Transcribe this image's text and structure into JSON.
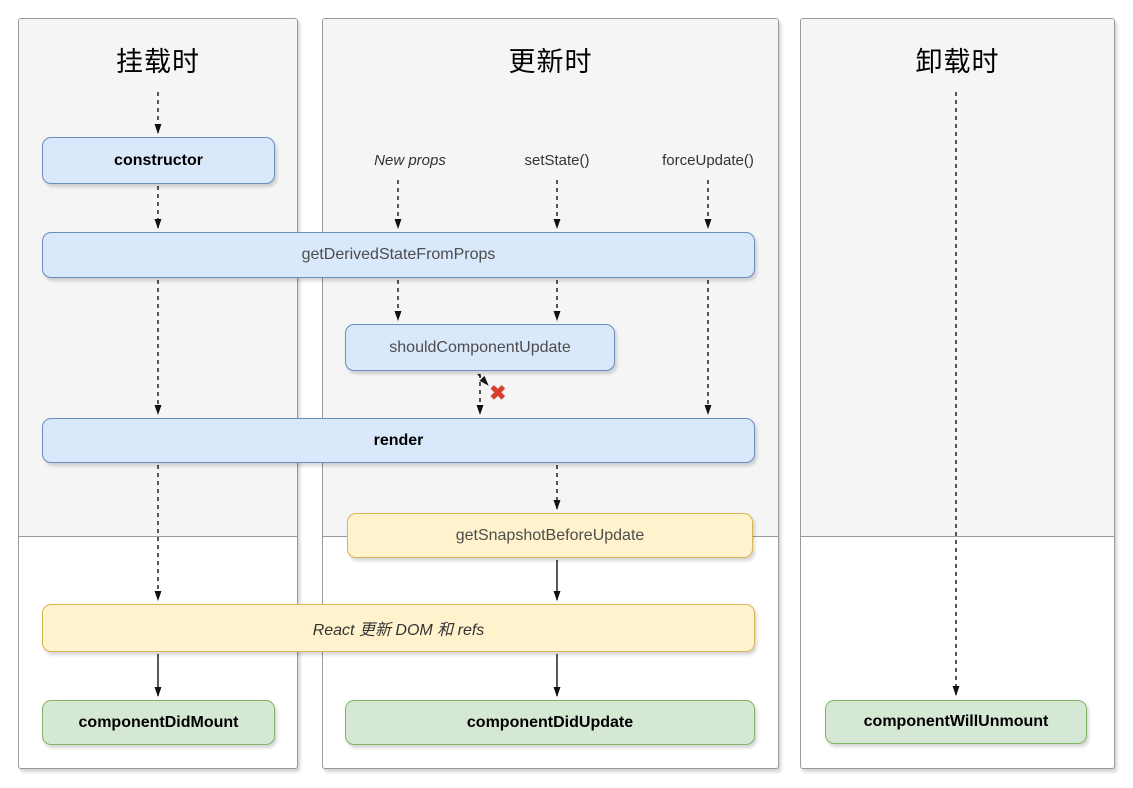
{
  "columns": [
    {
      "title": "挂载时"
    },
    {
      "title": "更新时"
    },
    {
      "title": "卸载时"
    }
  ],
  "triggers": {
    "new_props": "New props",
    "set_state": "setState()",
    "force_update": "forceUpdate()"
  },
  "boxes": {
    "constructor": "constructor",
    "get_derived_state_from_props": "getDerivedStateFromProps",
    "should_component_update": "shouldComponentUpdate",
    "render": "render",
    "get_snapshot_before_update": "getSnapshotBeforeUpdate",
    "react_updates_dom": "React 更新 DOM 和 refs",
    "component_did_mount": "componentDidMount",
    "component_did_update": "componentDidUpdate",
    "component_will_unmount": "componentWillUnmount"
  },
  "icons": {
    "cancel_x": "✖"
  },
  "colors": {
    "blue_fill": "#dae8fc",
    "blue_border": "#6c8ebf",
    "yellow_fill": "#fff2cc",
    "yellow_border": "#d6b656",
    "green_fill": "#d5e8d4",
    "green_border": "#82b366",
    "panel_top_gray": "#f5f5f5",
    "panel_border": "#9a9a9a",
    "cancel_x_red": "#dd3c2a"
  }
}
